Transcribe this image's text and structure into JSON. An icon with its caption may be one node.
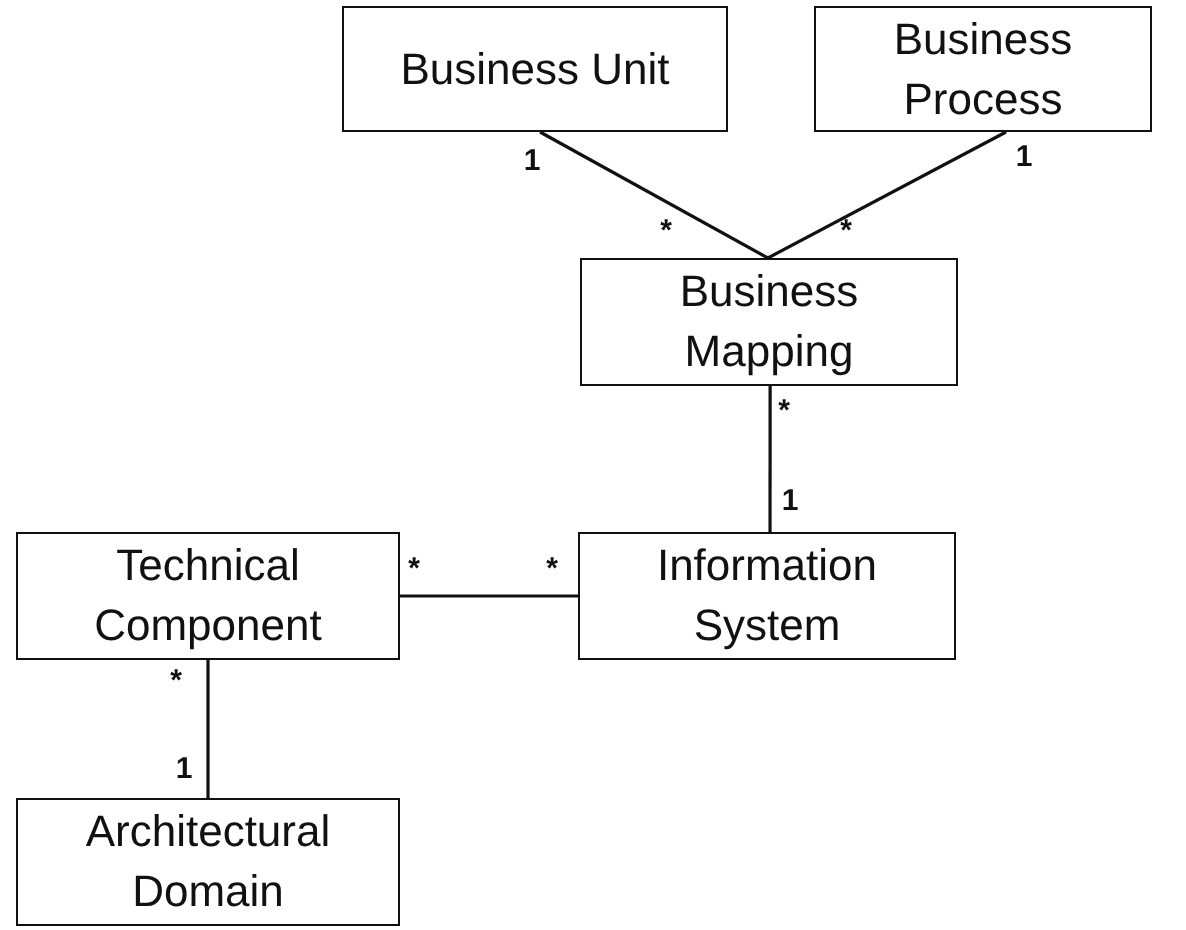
{
  "diagram": {
    "nodes": [
      {
        "text": [
          "Business Unit"
        ]
      },
      {
        "text": [
          "Business Process"
        ]
      },
      {
        "text": [
          "Business Mapping"
        ]
      },
      {
        "text": [
          "Technical Component"
        ]
      },
      {
        "text": [
          "Information System"
        ]
      },
      {
        "text": [
          "Architectural Domain"
        ]
      }
    ],
    "edges": [
      {
        "from": 0,
        "to": 2,
        "arrow": "none"
      },
      {
        "from": 1,
        "to": 2,
        "arrow": "none"
      },
      {
        "from": 2,
        "to": 4,
        "arrow": "none"
      },
      {
        "from": 3,
        "to": 4,
        "arrow": "none"
      },
      {
        "from": 3,
        "to": 5,
        "arrow": "none"
      }
    ],
    "labels": [
      "1",
      "1",
      "*",
      "*",
      "*",
      "1",
      "*",
      "*",
      "*",
      "1"
    ]
  }
}
